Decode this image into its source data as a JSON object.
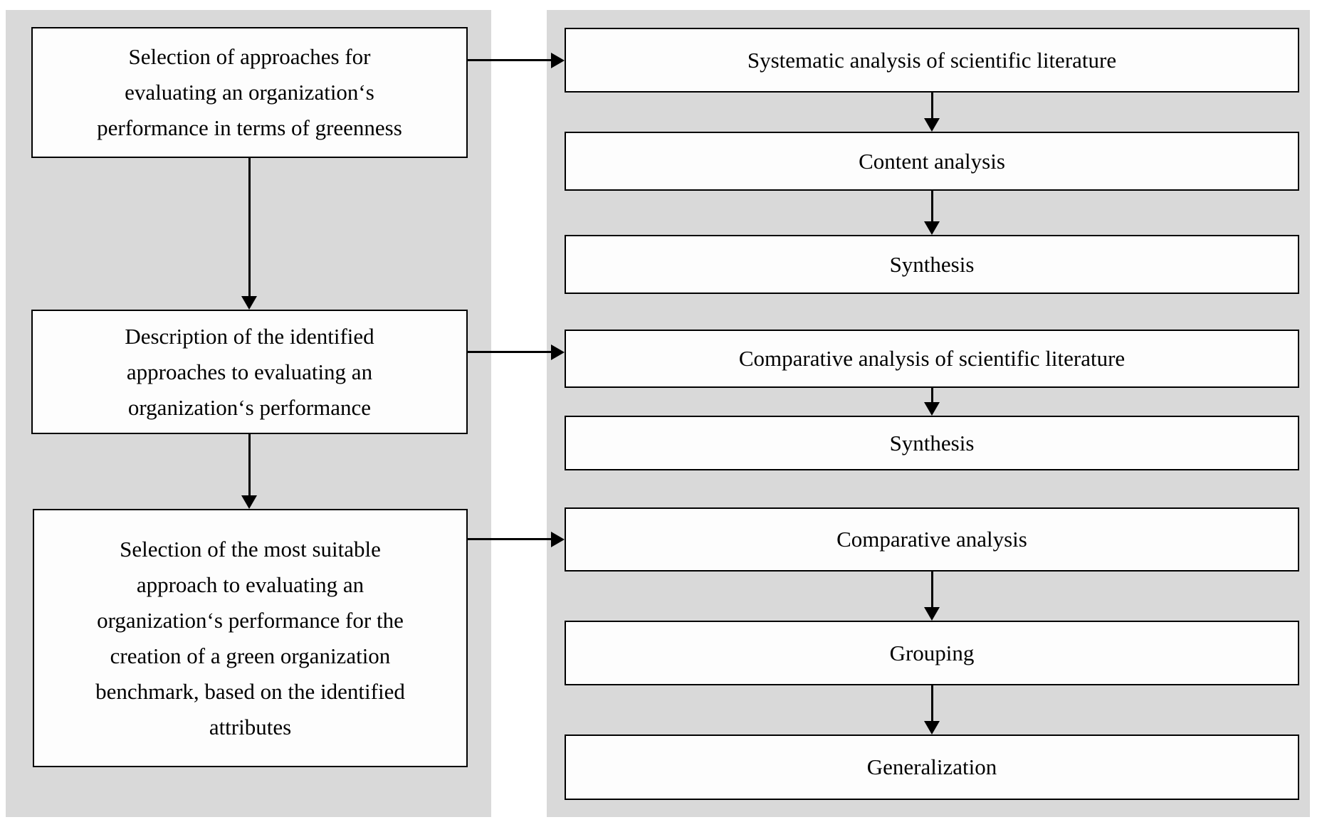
{
  "diagram": {
    "title_semantic": "Research methodology flowchart",
    "colors": {
      "panel_background": "#d9d9d9",
      "box_fill": "#fdfdfd",
      "box_border": "#000000",
      "arrow_color": "#000000",
      "text_color": "#000000"
    }
  },
  "left_column": {
    "boxes": [
      {
        "id": "stage-1",
        "lines": [
          "Selection of approaches for",
          "evaluating an organization‘s",
          "performance in terms of greenness"
        ]
      },
      {
        "id": "stage-2",
        "lines": [
          "Description of the identified",
          "approaches to evaluating an",
          "organization‘s performance"
        ]
      },
      {
        "id": "stage-3",
        "lines": [
          "Selection of the most suitable",
          "approach to evaluating an",
          "organization‘s performance for the",
          "creation of a green organization",
          "benchmark, based on the identified",
          "attributes"
        ]
      }
    ]
  },
  "right_column": {
    "boxes": [
      {
        "id": "method-1",
        "label": "Systematic analysis of scientific literature"
      },
      {
        "id": "method-2",
        "label": "Content analysis"
      },
      {
        "id": "method-3",
        "label": "Synthesis"
      },
      {
        "id": "method-4",
        "label": "Comparative analysis of scientific literature"
      },
      {
        "id": "method-5",
        "label": "Synthesis"
      },
      {
        "id": "method-6",
        "label": "Comparative analysis"
      },
      {
        "id": "method-7",
        "label": "Grouping"
      },
      {
        "id": "method-8",
        "label": "Generalization"
      }
    ]
  },
  "arrows": [
    {
      "from": "stage-1",
      "to": "method-1",
      "direction": "right"
    },
    {
      "from": "stage-2",
      "to": "method-4",
      "direction": "right"
    },
    {
      "from": "stage-3",
      "to": "method-6",
      "direction": "right"
    },
    {
      "from": "stage-1",
      "to": "stage-2",
      "direction": "down"
    },
    {
      "from": "stage-2",
      "to": "stage-3",
      "direction": "down"
    },
    {
      "from": "method-1",
      "to": "method-2",
      "direction": "down"
    },
    {
      "from": "method-2",
      "to": "method-3",
      "direction": "down"
    },
    {
      "from": "method-4",
      "to": "method-5",
      "direction": "down"
    },
    {
      "from": "method-6",
      "to": "method-7",
      "direction": "down"
    },
    {
      "from": "method-7",
      "to": "method-8",
      "direction": "down"
    }
  ]
}
